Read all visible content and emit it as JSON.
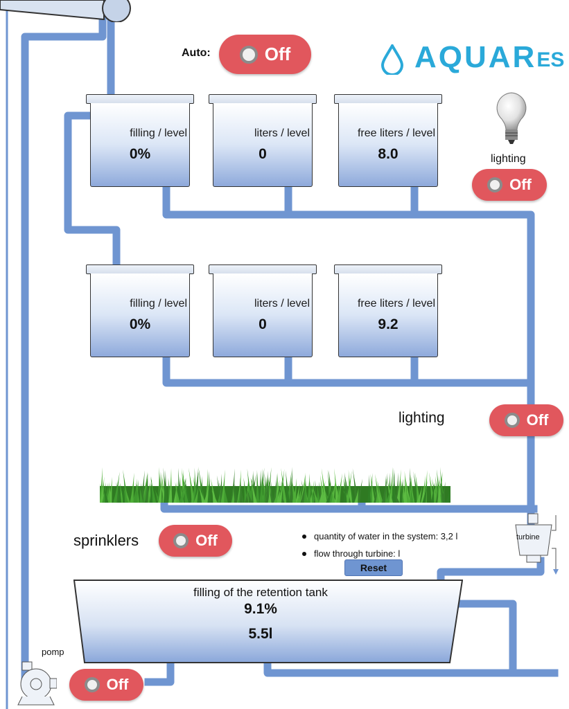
{
  "logo": {
    "main": "AQUAR",
    "suffix": "ES",
    "color": "#2aa9d9"
  },
  "auto": {
    "label": "Auto:",
    "state": "Off"
  },
  "lighting_top": {
    "label": "lighting",
    "state": "Off",
    "icon": "lightbulb-icon"
  },
  "tanks_row1": [
    {
      "label": "filling / level",
      "value": "0%"
    },
    {
      "label": "liters / level",
      "value": "0"
    },
    {
      "label": "free liters / level",
      "value": "8.0"
    }
  ],
  "tanks_row2": [
    {
      "label": "filling / level",
      "value": "0%"
    },
    {
      "label": "liters / level",
      "value": "0"
    },
    {
      "label": "free liters / level",
      "value": "9.2"
    }
  ],
  "lighting_mid": {
    "label": "lighting",
    "state": "Off"
  },
  "sprinklers": {
    "label": "sprinklers",
    "state": "Off"
  },
  "info": {
    "water_quantity": "quantity of water in the system: 3,2 l",
    "turbine_flow": "flow through turbine: l",
    "reset_label": "Reset"
  },
  "turbine": {
    "label": "turbine"
  },
  "retention_tank": {
    "title": "filling of the retention tank",
    "percent": "9.1%",
    "liters": "5.5l"
  },
  "pump": {
    "label": "pomp",
    "state": "Off"
  },
  "colors": {
    "pipe": "#6f95d1",
    "toggle": "#e1575d",
    "grass": "#3f9a2f"
  }
}
